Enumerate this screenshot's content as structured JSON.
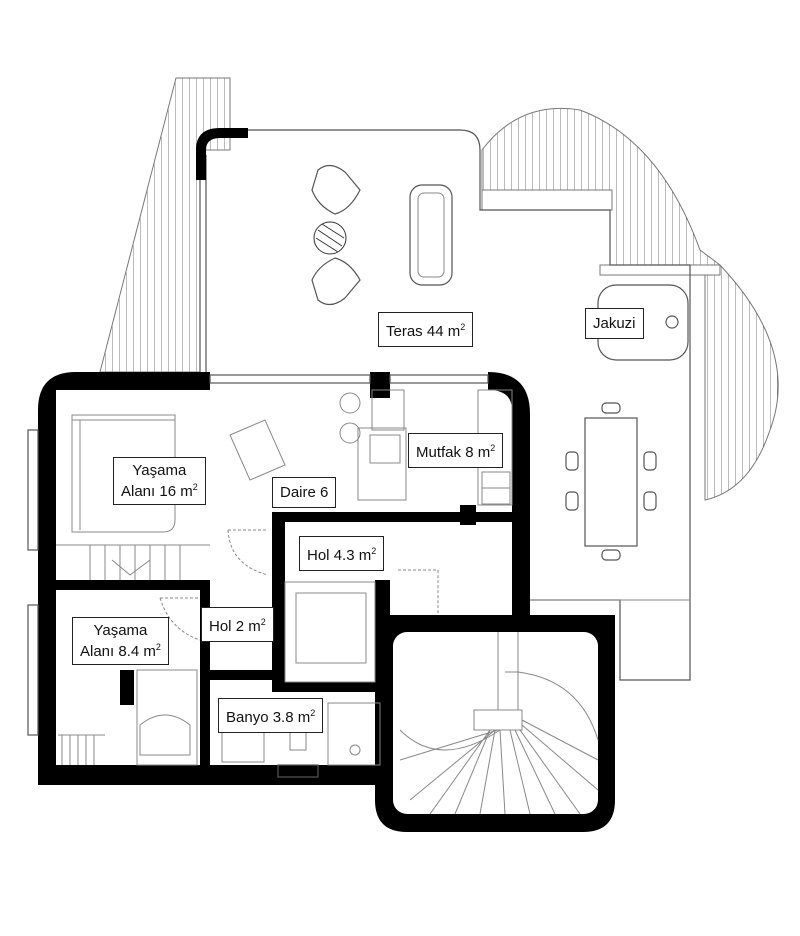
{
  "plan": {
    "unit_name": "Daire 6",
    "rooms": [
      {
        "id": "teras",
        "name": "Teras",
        "area": "44 m",
        "sup": "2"
      },
      {
        "id": "jakuzi",
        "name": "Jakuzi",
        "area": "",
        "sup": ""
      },
      {
        "id": "mutfak",
        "name": "Mutfak",
        "area": "8 m",
        "sup": "2"
      },
      {
        "id": "yasama16",
        "name": "Yaşama",
        "name2": "Alanı",
        "area": "16 m",
        "sup": "2"
      },
      {
        "id": "hol43",
        "name": "Hol",
        "area": "4.3 m",
        "sup": "2"
      },
      {
        "id": "hol2",
        "name": "Hol",
        "area": "2 m",
        "sup": "2"
      },
      {
        "id": "yasama84",
        "name": "Yaşama",
        "name2": "Alanı",
        "area": "8.4 m",
        "sup": "2"
      },
      {
        "id": "banyo",
        "name": "Banyo",
        "area": "3.8 m",
        "sup": "2"
      }
    ]
  },
  "colors": {
    "wall": "#000000",
    "line": "#888888",
    "label_border": "#222222"
  }
}
